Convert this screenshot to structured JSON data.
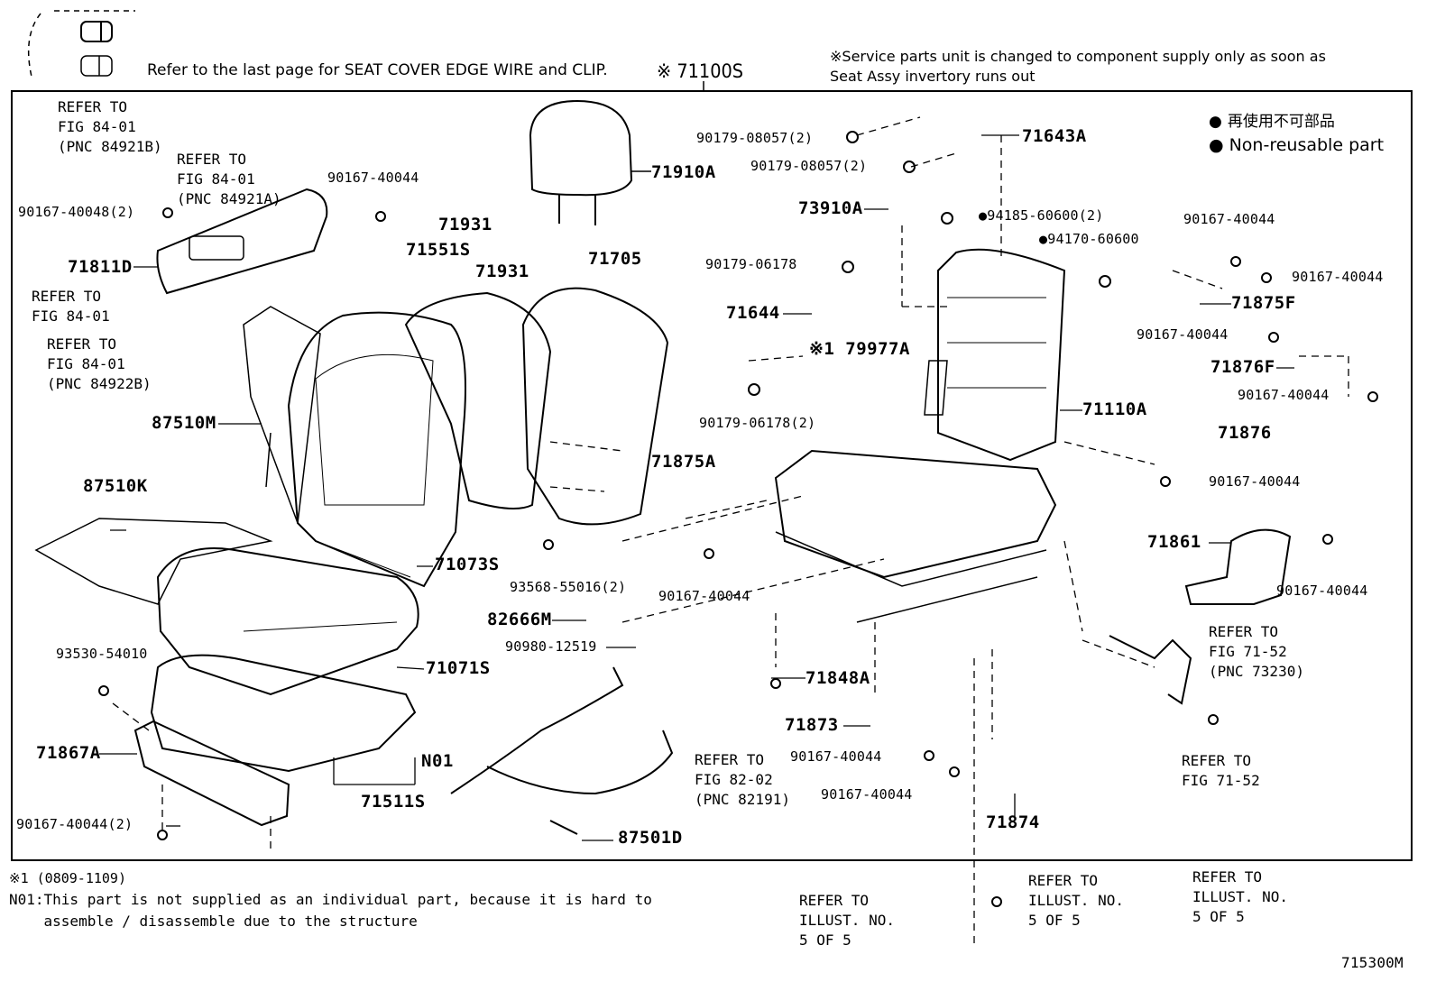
{
  "header": {
    "note_cover": "Refer to the last page for SEAT COVER EDGE WIRE and CLIP.",
    "assy_number": "※ 71100S",
    "service_note_line1": "※Service parts unit is changed to component supply only as soon as",
    "service_note_line2": "Seat Assy invertory runs out"
  },
  "legend": {
    "non_reusable_jp": "再使用不可部品",
    "non_reusable_en": "Non-reusable part"
  },
  "parts": {
    "p71910A": "71910A",
    "p71931a": "71931",
    "p71931b": "71931",
    "p71551S": "71551S",
    "p71705": "71705",
    "p71811D": "71811D",
    "p87510M": "87510M",
    "p87510K": "87510K",
    "p71073S": "71073S",
    "p71071S": "71071S",
    "p71511S": "71511S",
    "p71867A": "71867A",
    "pN01": "N01",
    "p82666M": "82666M",
    "p87501D": "87501D",
    "p71875A": "71875A",
    "p71643A": "71643A",
    "p73910A": "73910A",
    "p71644": "71644",
    "p79977A": "※1 79977A",
    "p71110A": "71110A",
    "p71875F": "71875F",
    "p71876F": "71876F",
    "p71876": "71876",
    "p71861": "71861",
    "p71848A": "71848A",
    "p71873": "71873",
    "p71874": "71874"
  },
  "small_parts": {
    "s90167_40044_top": "90167-40044",
    "s90167_40048": "90167-40048(2)",
    "s90179_08057a": "90179-08057(2)",
    "s90179_08057b": "90179-08057(2)",
    "s94185": "●94185-60600(2)",
    "s94170": "●94170-60600",
    "s90179_06178": "90179-06178",
    "s90179_06178_2": "90179-06178(2)",
    "s93568": "93568-55016(2)",
    "s90167_mid": "90167-40044",
    "s90980": "90980-12519",
    "s93530": "93530-54010",
    "s90167_44_2": "90167-40044(2)",
    "s90167_r1": "90167-40044",
    "s90167_r2": "90167-40044",
    "s90167_r3": "90167-40044",
    "s90167_r4": "90167-40044",
    "s90167_r5": "90167-40044",
    "s90167_r6": "90167-40044",
    "s90167_c1": "90167-40044",
    "s90167_c2": "90167-40044"
  },
  "refs": {
    "r1": "REFER TO\nFIG 84-01\n(PNC 84921B)",
    "r2": "REFER TO\nFIG 84-01\n(PNC 84921A)",
    "r3": "REFER TO\nFIG 84-01",
    "r4": "REFER TO\nFIG 84-01\n(PNC 84922B)",
    "r5": "REFER TO\nFIG 82-02\n(PNC 82191)",
    "r6": "REFER TO\nFIG 71-52\n(PNC 73230)",
    "r7": "REFER TO\nFIG 71-52",
    "r8": "REFER TO\nILLUST. NO.\n5 OF 5",
    "r9": "REFER TO\nILLUST. NO.\n5 OF 5",
    "r10": "REFER TO\nILLUST. NO.\n5 OF 5"
  },
  "footnotes": {
    "f1": "※1 (0809-1109)",
    "f2": "N01:This part is not supplied as an individual part, because it is hard to\n    assemble / disassemble due to the structure"
  },
  "figure_id": "715300M"
}
